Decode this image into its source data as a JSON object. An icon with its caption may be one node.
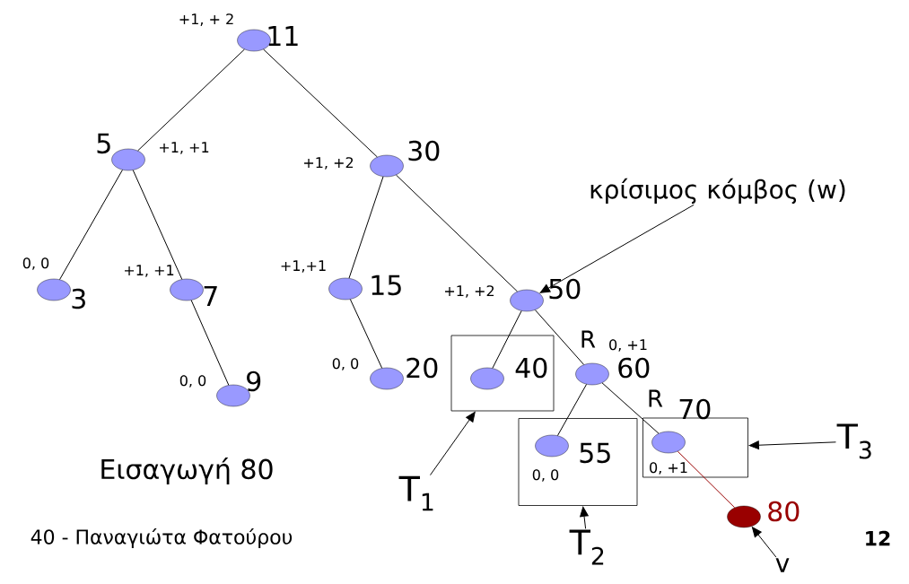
{
  "diagram": {
    "nodes": [
      {
        "text": [
          "11"
        ],
        "beside": [
          "+1, + 2"
        ]
      },
      {
        "text": [
          "5"
        ],
        "beside": [
          "+1, +1"
        ]
      },
      {
        "text": [
          "30"
        ],
        "beside": [
          "+1, +2"
        ]
      },
      {
        "text": [
          "κρίσιμος κόμβος (w)"
        ]
      },
      {
        "text": [
          "3"
        ],
        "beside": [
          "0, 0"
        ]
      },
      {
        "text": [
          "7"
        ],
        "beside": [
          "+1, +1"
        ]
      },
      {
        "text": [
          "15"
        ],
        "beside": [
          "+1,+1"
        ]
      },
      {
        "text": [
          "50"
        ],
        "beside": [
          "+1, +2"
        ]
      },
      {
        "text": [],
        "shape": "box"
      },
      {
        "text": [
          "40"
        ],
        "in": 8
      },
      {
        "text": [
          "60"
        ],
        "beside": [
          "R",
          "0, +1"
        ]
      },
      {
        "text": [
          "9"
        ],
        "beside": [
          "0, 0"
        ]
      },
      {
        "text": [
          "20"
        ],
        "beside": [
          "0, 0"
        ]
      },
      {
        "text": [],
        "shape": "box"
      },
      {
        "text": [
          "55"
        ],
        "beside": [
          "0, 0"
        ],
        "in": 13
      },
      {
        "text": [],
        "shape": "box"
      },
      {
        "text": [
          "70"
        ],
        "beside": [
          "R",
          "0, +1"
        ],
        "in": 15
      },
      {
        "text": [
          "T$_{3}$"
        ]
      },
      {
        "text": [
          "T$_{1}$"
        ]
      },
      {
        "text": [
          "80"
        ]
      },
      {
        "text": [
          "T$_{2}$"
        ]
      },
      {
        "text": [
          "v"
        ]
      }
    ],
    "edges": [
      {
        "from": 0,
        "to": 1,
        "arrow": "none"
      },
      {
        "from": 0,
        "to": 2,
        "arrow": "none"
      },
      {
        "from": 1,
        "to": 4,
        "arrow": "none"
      },
      {
        "from": 1,
        "to": 5,
        "arrow": "none"
      },
      {
        "from": 5,
        "to": 11,
        "arrow": "none"
      },
      {
        "from": 2,
        "to": 6,
        "arrow": "none"
      },
      {
        "from": 2,
        "to": 7,
        "arrow": "none"
      },
      {
        "from": 6,
        "to": 12,
        "arrow": "none"
      },
      {
        "from": 7,
        "to": 9,
        "arrow": "none"
      },
      {
        "from": 7,
        "to": 10,
        "arrow": "none"
      },
      {
        "from": 10,
        "to": 14,
        "arrow": "none"
      },
      {
        "from": 10,
        "to": 16,
        "arrow": "none"
      },
      {
        "from": 16,
        "to": 19,
        "arrow": "none",
        "color": "#990000"
      },
      {
        "from": 3,
        "to": 7,
        "arrow": "to"
      },
      {
        "from": 18,
        "to": 8,
        "arrow": "to"
      },
      {
        "from": 20,
        "to": 13,
        "arrow": "to"
      },
      {
        "from": 17,
        "to": 15,
        "arrow": "to"
      },
      {
        "from": 21,
        "to": 19,
        "arrow": "to"
      }
    ],
    "labels": [
      "Εισαγωγή 80",
      "40 - Παναγιώτα Φατούρου",
      "12"
    ]
  }
}
